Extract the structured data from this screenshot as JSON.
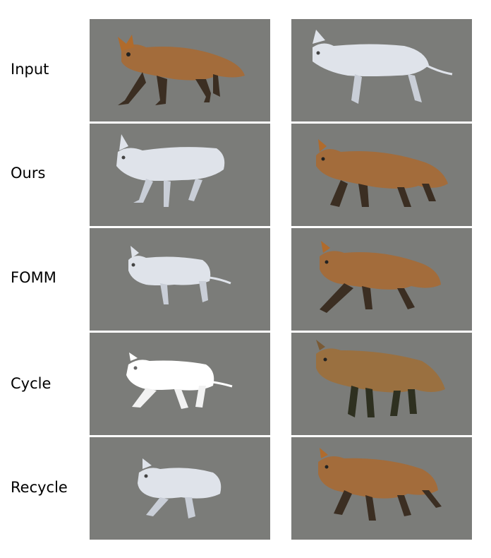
{
  "rows": [
    {
      "label": "Input",
      "left": "fox",
      "right": "dog"
    },
    {
      "label": "Ours",
      "left": "dog",
      "right": "fox"
    },
    {
      "label": "FOMM",
      "left": "dog",
      "right": "fox"
    },
    {
      "label": "Cycle",
      "left": "dog-white",
      "right": "fox"
    },
    {
      "label": "Recycle",
      "left": "dog",
      "right": "fox"
    }
  ],
  "colors": {
    "background": "#ffffff",
    "panel": "#7b7c79",
    "fox_body": "#a36c3b",
    "fox_legs": "#3b2e22",
    "dog_body": "#dfe3ea",
    "dog_legs": "#c9ced7"
  }
}
